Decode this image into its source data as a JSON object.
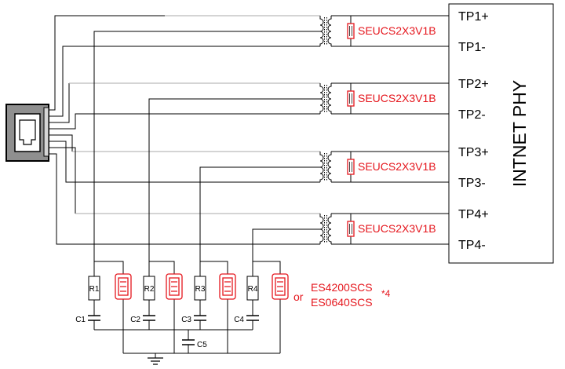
{
  "colors": {
    "wire": "#000000",
    "wire_light": "#a9a9a9",
    "part_red": "#e5161d",
    "jack_gray": "#8f8f8f"
  },
  "symbols": [
    "rj45-jack-icon",
    "transformer-icon",
    "tvs-diode-icon",
    "resistor-icon",
    "capacitor-icon",
    "ground-icon"
  ],
  "phy": {
    "label": "INTNET PHY",
    "ports": [
      "TP1+",
      "TP1-",
      "TP2+",
      "TP2-",
      "TP3+",
      "TP3-",
      "TP4+",
      "TP4-"
    ]
  },
  "transformer_pairs": [
    {
      "tvs_label": "SEUCS2X3V1B"
    },
    {
      "tvs_label": "SEUCS2X3V1B"
    },
    {
      "tvs_label": "SEUCS2X3V1B"
    },
    {
      "tvs_label": "SEUCS2X3V1B"
    }
  ],
  "termination": {
    "resistors": [
      "R1",
      "R2",
      "R3",
      "R4"
    ],
    "capacitors": [
      "C1",
      "C2",
      "C3",
      "C4"
    ],
    "shared_capacitor": "C5"
  },
  "surge_protection": {
    "conjunction": "or",
    "part_options": [
      "ES4200SCS",
      "ES0640SCS"
    ],
    "quantity": "*4"
  }
}
